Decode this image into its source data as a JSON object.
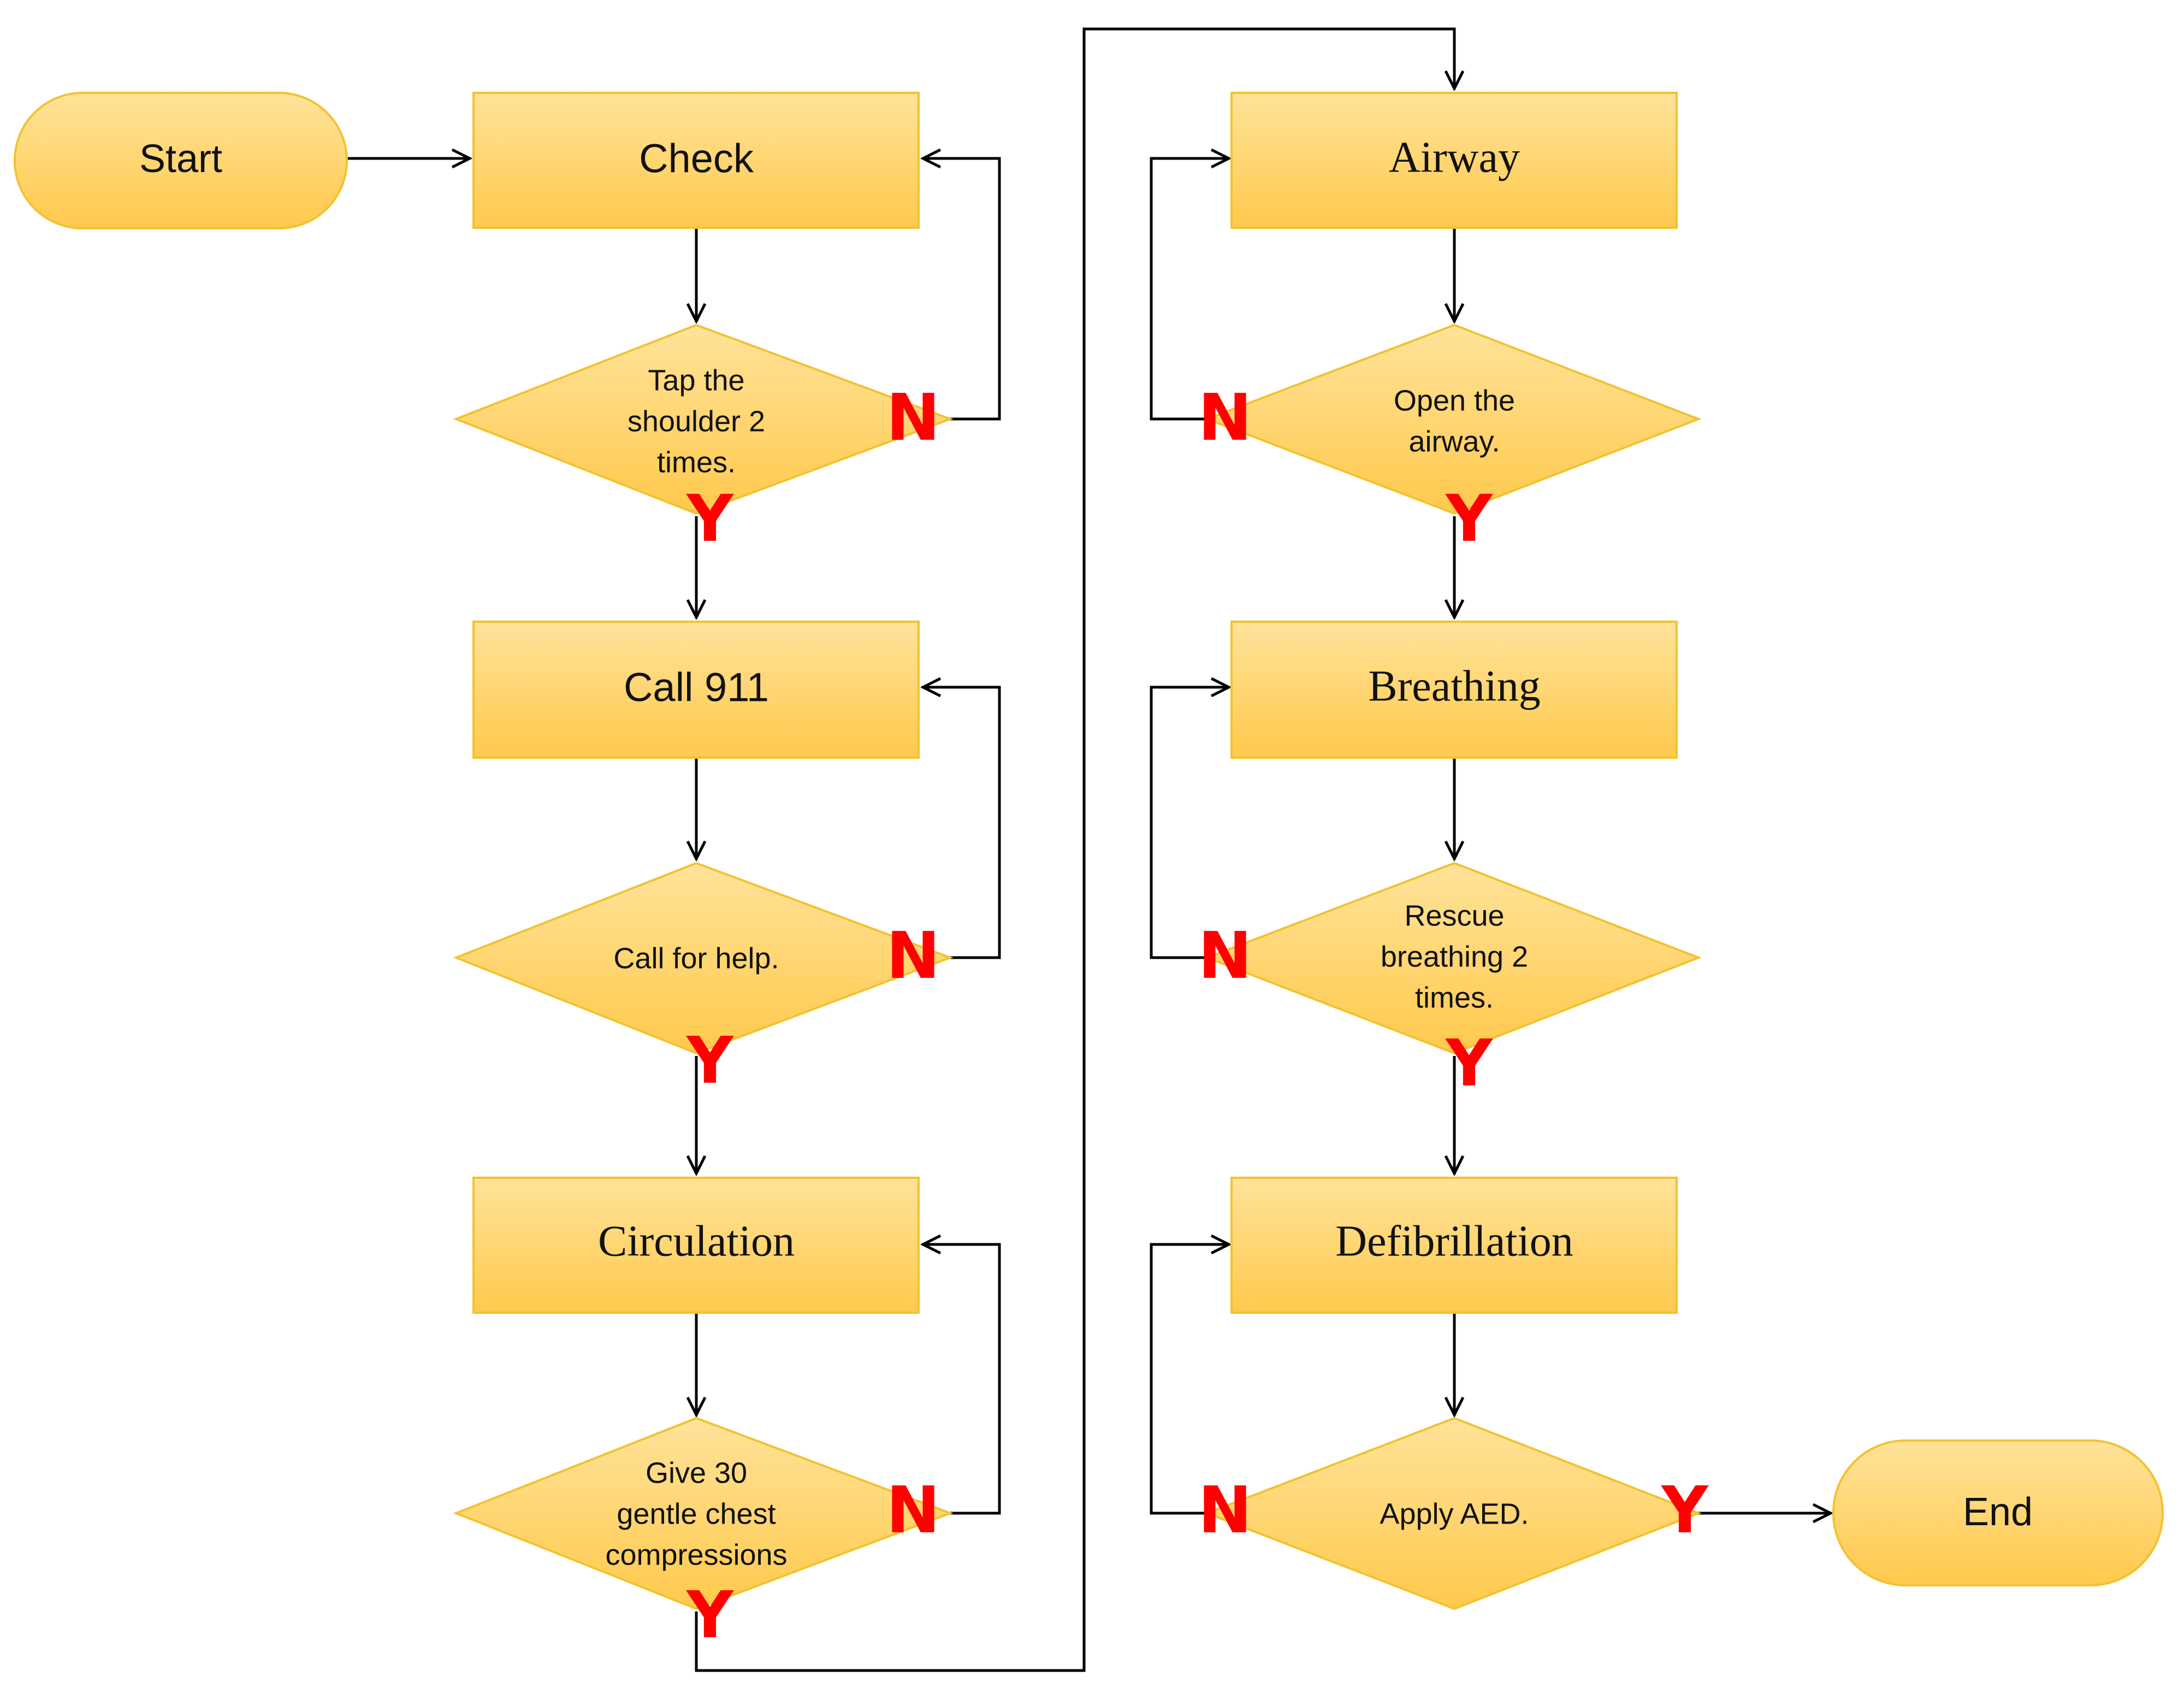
{
  "colors": {
    "fill_top": "#FFE39A",
    "fill_bottom": "#FFC94C",
    "stroke": "#F2C230",
    "arrow": "#000000",
    "branch_label": "#FF0000"
  },
  "terminals": {
    "start": "Start",
    "end": "End"
  },
  "steps": {
    "check": "Check",
    "call911": "Call 911",
    "circulation": "Circulation",
    "airway": "Airway",
    "breathing": "Breathing",
    "defibrillation": "Defibrillation"
  },
  "decisions": {
    "tap": [
      "Tap the",
      "shoulder 2",
      "times."
    ],
    "help": [
      "Call for help."
    ],
    "compress": [
      "Give 30",
      "gentle chest",
      "compressions"
    ],
    "open_airway": [
      "Open the",
      "airway."
    ],
    "rescue": [
      "Rescue",
      "breathing 2",
      "times."
    ],
    "aed": [
      "Apply AED."
    ]
  },
  "branch_labels": {
    "yes": "Y",
    "no": "N"
  }
}
